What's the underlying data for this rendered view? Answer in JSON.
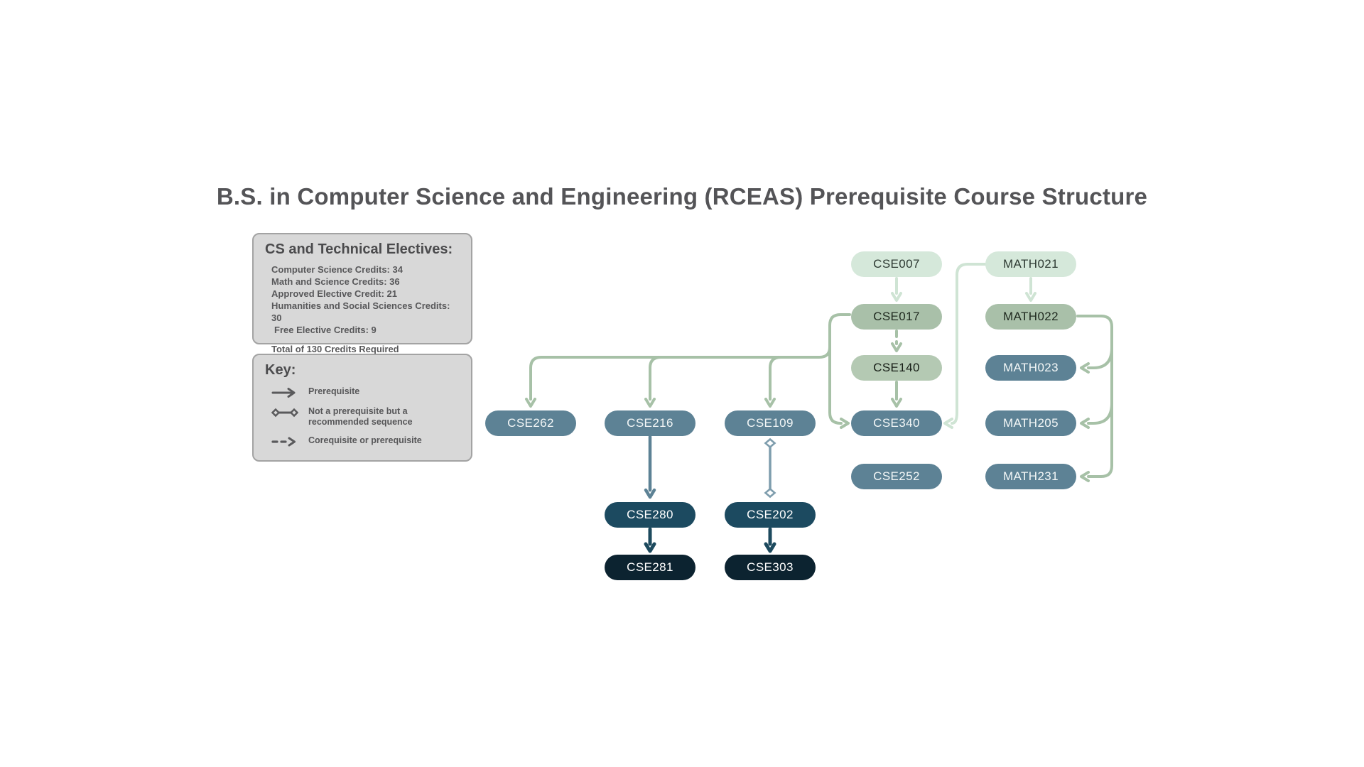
{
  "title": "B.S. in Computer Science and Engineering (RCEAS) Prerequisite Course Structure",
  "electives": {
    "title": "CS and Technical Electives:",
    "items": [
      "Computer Science Credits: 34",
      "Math and Science Credits: 36",
      "Approved Elective Credit: 21",
      "Humanities and Social Sciences Credits: 30",
      "Free Elective Credits: 9"
    ],
    "total": "Total of 130 Credits Required"
  },
  "key": {
    "title": "Key:",
    "items": [
      {
        "icon": "prerequisite-solid-arrow",
        "label": "Prerequisite"
      },
      {
        "icon": "diamond-line",
        "label": "Not a prerequisite but a recommended sequence"
      },
      {
        "icon": "dashed-arrow",
        "label": "Corequisite or prerequisite"
      }
    ]
  },
  "nodes": {
    "cse007": "CSE007",
    "math021": "MATH021",
    "cse017": "CSE017",
    "math022": "MATH022",
    "cse140": "CSE140",
    "math023": "MATH023",
    "cse262": "CSE262",
    "cse216": "CSE216",
    "cse109": "CSE109",
    "cse340": "CSE340",
    "math205": "MATH205",
    "cse252": "CSE252",
    "math231": "MATH231",
    "cse280": "CSE280",
    "cse202": "CSE202",
    "cse281": "CSE281",
    "cse303": "CSE303"
  },
  "colors": {
    "node_mint": "#d5e8da",
    "node_sage": "#a9c0a9",
    "node_sage_light": "#b4c9b3",
    "node_blue_gray": "#5d8295",
    "node_dark_teal": "#1c4a60",
    "node_navy": "#0c2330",
    "arrow_mint": "#cfe4d4",
    "arrow_sage": "#a7c1a7",
    "arrow_blue": "#5d8295",
    "arrow_sequence": "#7e9dad",
    "arrow_dark": "#1d4a5e",
    "box_gray": "#d8d8d8",
    "title_gray": "#545457"
  }
}
